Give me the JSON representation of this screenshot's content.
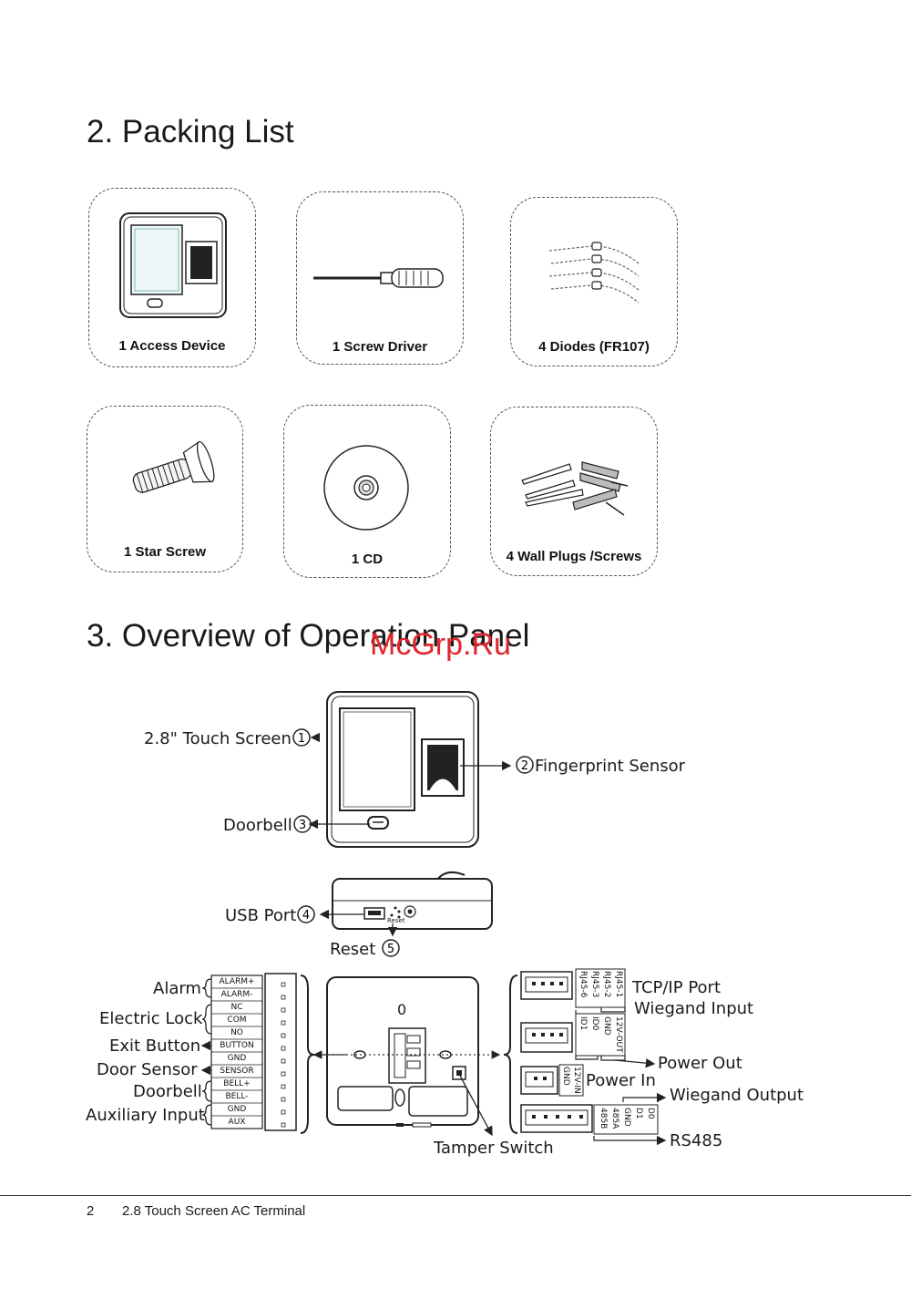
{
  "packing": {
    "title": "2. Packing List",
    "items": [
      {
        "label": "1 Access Device"
      },
      {
        "label": "1 Screw Driver"
      },
      {
        "label": "4 Diodes (FR107)"
      },
      {
        "label": "1 Star Screw"
      },
      {
        "label": "1 CD"
      },
      {
        "label": "4 Wall Plugs /Screws"
      }
    ]
  },
  "overview": {
    "title": "3. Overview of Operation Panel",
    "callouts": {
      "touch_screen": "2.8\" Touch Screen",
      "fingerprint": "Fingerprint Sensor",
      "doorbell": "Doorbell",
      "usb": "USB Port",
      "reset": "Reset",
      "tamper": "Tamper Switch"
    },
    "markers": {
      "m1": "1",
      "m2": "2",
      "m3": "3",
      "m4": "4",
      "m5": "5"
    },
    "device_marks": {
      "reset_tiny": "Reset",
      "digit": "0"
    },
    "left_groups": {
      "alarm": "Alarm",
      "electric_lock": "Electric Lock",
      "exit_button": "Exit Button",
      "door_sensor": "Door Sensor",
      "doorbell": "Doorbell",
      "aux_input": "Auxiliary Input"
    },
    "left_terminals": [
      "ALARM+",
      "ALARM-",
      "NC",
      "COM",
      "NO",
      "BUTTON",
      "GND",
      "SENSOR",
      "BELL+",
      "BELL-",
      "GND",
      "AUX"
    ],
    "right_groups": {
      "tcpip": "TCP/IP Port",
      "wiegand_in": "Wiegand  Input",
      "power_out": "Power Out",
      "power_in": "Power In",
      "wiegand_out": "Wiegand  Output",
      "rs485": "RS485"
    },
    "conn_tcp": [
      "RJ45-1",
      "RJ45-2",
      "RJ45-3",
      "RJ45-6"
    ],
    "conn_wiegand": [
      "12V-OUT",
      "GND",
      "ID0",
      "ID1"
    ],
    "conn_power": [
      "12V-IN",
      "GND"
    ],
    "conn_rs485": [
      "D0",
      "D1",
      "GND",
      "485A",
      "485B"
    ]
  },
  "watermark": "McGrp.Ru",
  "footer": {
    "page": "2",
    "title": "2.8 Touch Screen AC Terminal"
  }
}
